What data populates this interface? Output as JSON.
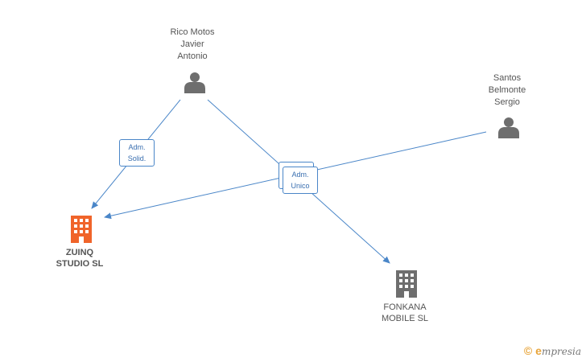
{
  "people": [
    {
      "id": "p1",
      "name": "Rico Motos\nJavier\nAntonio",
      "icon": "person-icon"
    },
    {
      "id": "p2",
      "name": "Santos\nBelmonte\nSergio",
      "icon": "person-icon"
    }
  ],
  "companies": [
    {
      "id": "c1",
      "name": "ZUINQ\nSTUDIO SL",
      "color": "#f0642a",
      "icon": "building-icon"
    },
    {
      "id": "c2",
      "name": "FONKANA\nMOBILE SL",
      "color": "#6e6e6e",
      "icon": "building-icon"
    }
  ],
  "roles": [
    {
      "id": "r1",
      "label": "Adm.\nSolid."
    },
    {
      "id": "r2",
      "label": "Adm.\nUnico"
    }
  ],
  "edges": [
    {
      "from": "p1",
      "to": "c1",
      "role": "r1"
    },
    {
      "from": "p1",
      "to": "c2",
      "role": "r2"
    },
    {
      "from": "p2",
      "to": "c1",
      "role": "r2"
    }
  ],
  "colors": {
    "edge": "#4a86c8",
    "person": "#6e6e6e"
  },
  "footer": {
    "copyright": "©",
    "brand_initial": "e",
    "brand_rest": "mpresia"
  }
}
